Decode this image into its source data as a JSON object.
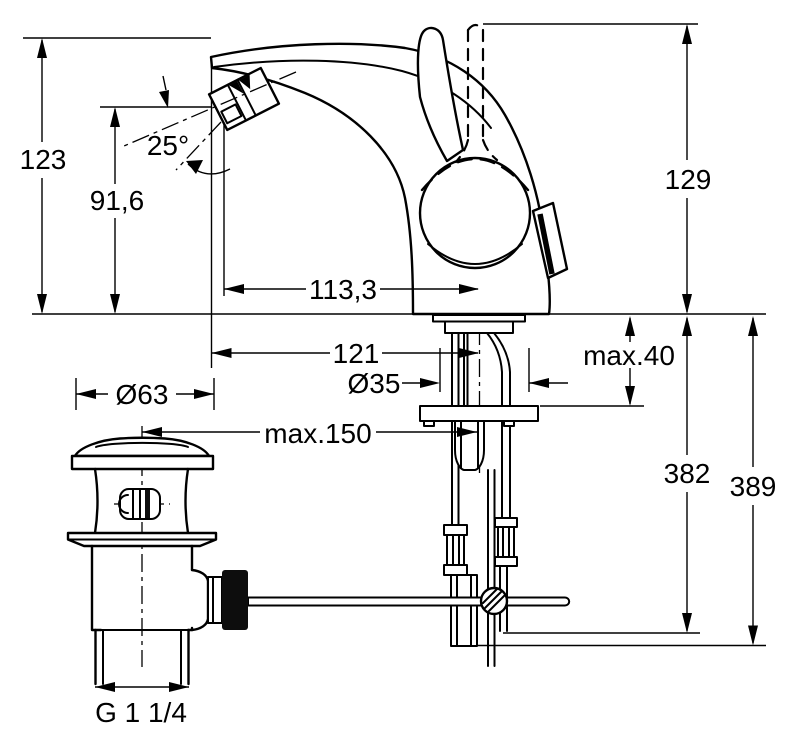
{
  "drawing": {
    "type": "technical-dimension-drawing",
    "subject": "single-lever basin/bidet mixer with pop-up waste",
    "line_color": "#000000",
    "background_color": "#ffffff"
  },
  "labels": {
    "overall_spout_height": "123",
    "aerator_height": "91,6",
    "jet_angle": "25°",
    "aerator_projection": "113,3",
    "spout_projection": "121",
    "hole_diameter": "Ø35",
    "rod_reach": "max.150",
    "waste_flange_diameter": "Ø63",
    "deck_thickness": "max.40",
    "lever_height": "129",
    "hose_length": "382",
    "total_below_deck": "389",
    "waste_thread": "G 1 1/4"
  }
}
